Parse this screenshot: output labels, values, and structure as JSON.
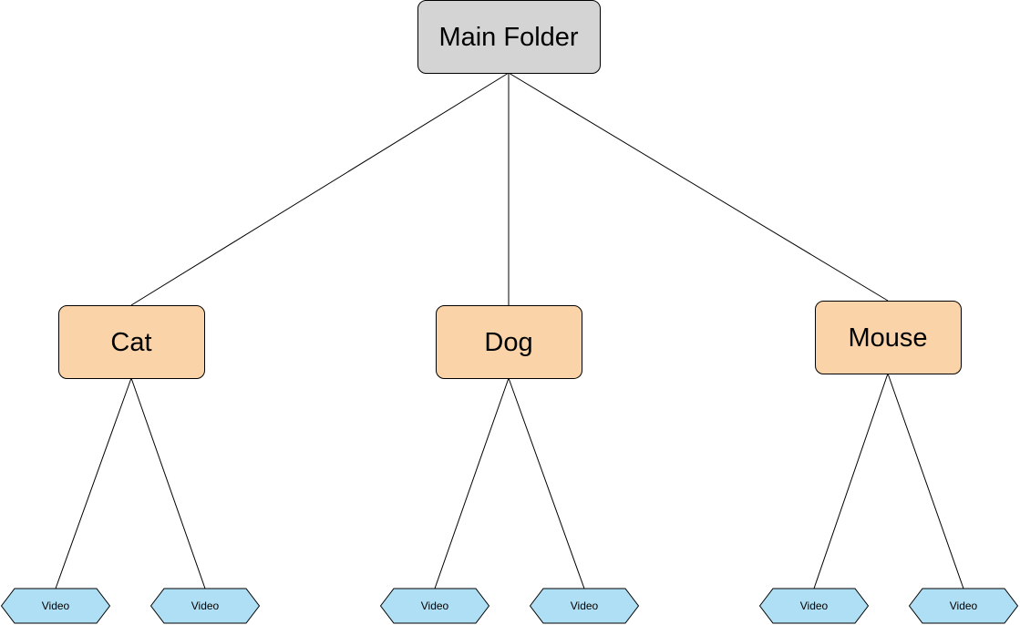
{
  "diagram": {
    "colors": {
      "root_fill": "#d4d4d4",
      "category_fill": "#fbd3a8",
      "video_fill": "#aedff5",
      "stroke": "#000000",
      "connector": "#000000"
    },
    "root": {
      "label": "Main Folder"
    },
    "categories": [
      {
        "label": "Cat",
        "videos": [
          {
            "label": "Video"
          },
          {
            "label": "Video"
          }
        ]
      },
      {
        "label": "Dog",
        "videos": [
          {
            "label": "Video"
          },
          {
            "label": "Video"
          }
        ]
      },
      {
        "label": "Mouse",
        "videos": [
          {
            "label": "Video"
          },
          {
            "label": "Video"
          }
        ]
      }
    ]
  }
}
